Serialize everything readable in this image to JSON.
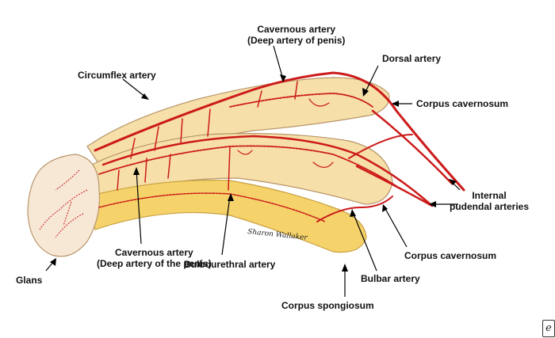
{
  "labels": {
    "cavernous_top_line1": "Cavernous artery",
    "cavernous_top_line2": "(Deep artery of penis)",
    "dorsal": "Dorsal artery",
    "circumflex": "Circumflex artery",
    "corpus_cavernosum_top": "Corpus cavernosum",
    "internal_pudendal_line1": "Internal",
    "internal_pudendal_line2": "pudendal arteries",
    "cavernous_bottom_line1": "Cavernous artery",
    "cavernous_bottom_line2": "(Deep artery of the penis)",
    "glans": "Glans",
    "corpus_cavernosum_bottom": "Corpus cavernosum",
    "bulbar": "Bulbar artery",
    "bulbourethral": "Bulbourethral artery",
    "corpus_spongiosum": "Corpus spongiosum"
  },
  "signature": "Sharon Wallaker",
  "colors": {
    "cavernosum_fill": "#f6dfa8",
    "spongiosum_fill": "#f5d36a",
    "glans_fill": "#f7e8d6",
    "artery": "#cc1a1a",
    "outline": "#b8956a"
  },
  "icons": {
    "corner": "document-icon"
  }
}
